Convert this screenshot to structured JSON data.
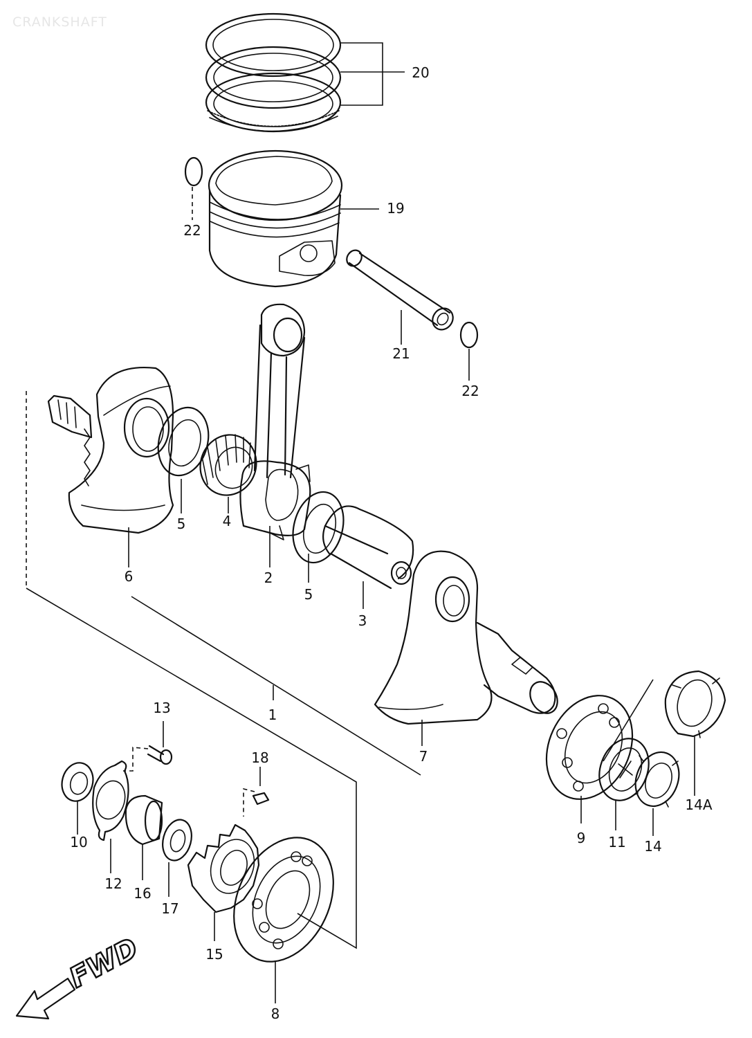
{
  "title": "CRANKSHAFT",
  "fwd_label": "FWD",
  "labels": {
    "l1": "1",
    "l2": "2",
    "l3": "3",
    "l4": "4",
    "l5a": "5",
    "l5b": "5",
    "l6": "6",
    "l7": "7",
    "l8": "8",
    "l9": "9",
    "l10": "10",
    "l11": "11",
    "l12": "12",
    "l13": "13",
    "l14": "14",
    "l14a": "14A",
    "l15": "15",
    "l16": "16",
    "l17": "17",
    "l18": "18",
    "l19": "19",
    "l20": "20",
    "l21": "21",
    "l22a": "22",
    "l22b": "22"
  }
}
